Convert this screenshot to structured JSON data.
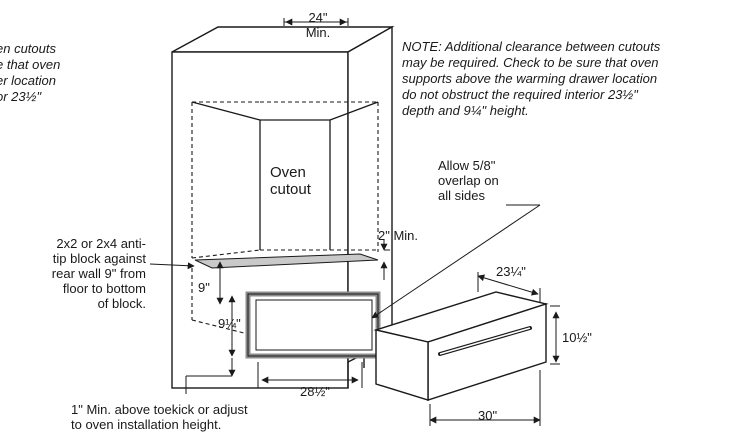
{
  "notes": {
    "left_fragment": "en cutouts\ne that oven\ner location\nor 23½\"",
    "right": "NOTE: Additional clearance between cutouts\nmay be required. Check to be sure that oven\nsupports above the warming drawer location\ndo not obstruct the required interior 23½\"\ndepth and 9¼\" height."
  },
  "labels": {
    "cabinet_width": "24\"\nMin.",
    "oven_cutout": "Oven\ncutout",
    "overlap": "Allow 5/8\"\noverlap on\nall sides",
    "anti_tip": "2x2 or 2x4 anti-\ntip block against\nrear wall 9\" from\nfloor to bottom\nof block.",
    "clearance_2": "2\" Min.",
    "height_9": "9\"",
    "height_9_25": "9¼\"",
    "toekick": "1\" Min. above toekick or adjust\nto oven installation height.",
    "cutout_width": "28½\"",
    "drawer_depth": "23¼\"",
    "drawer_height": "10½\"",
    "drawer_width": "30\""
  },
  "colors": {
    "line": "#1a1a1a",
    "trim": "#8c8c8c",
    "block": "#c9c9c9"
  }
}
